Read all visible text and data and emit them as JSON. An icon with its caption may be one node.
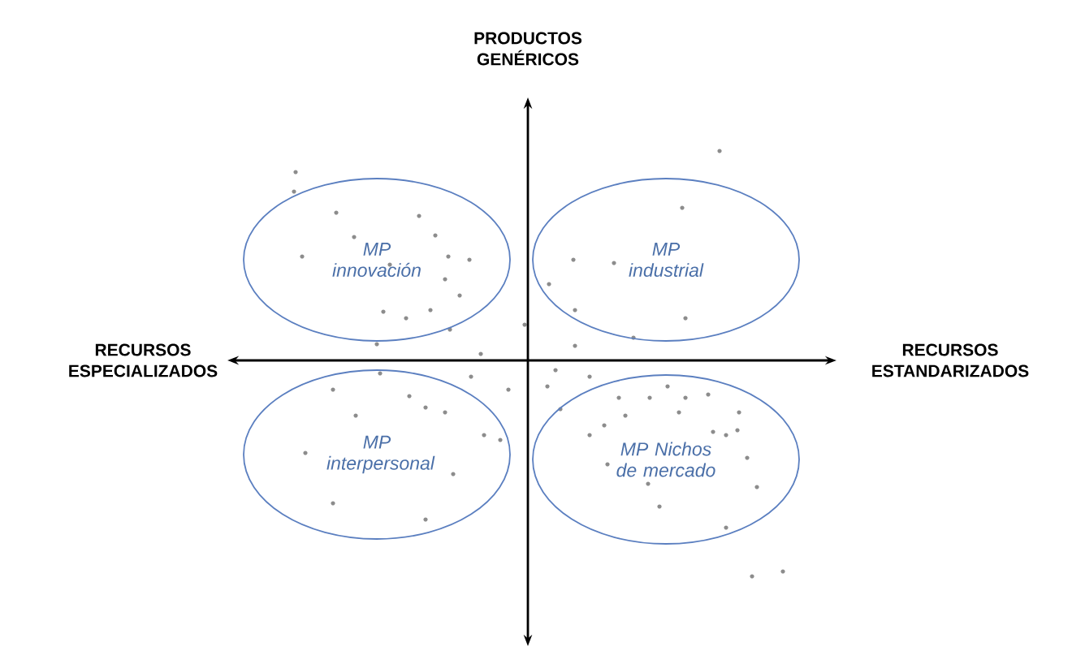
{
  "diagram": {
    "nodes": [
      {
        "text": [
          "MP innovación"
        ]
      },
      {
        "text": [
          "MP industrial"
        ]
      },
      {
        "text": [
          "MP interpersonal"
        ]
      },
      {
        "text": [
          "MP Nichos de mercado"
        ]
      }
    ],
    "labels": [
      "PRODUCTOS GENÉRICOS",
      "RECURSOS ESPECIALIZADOS",
      "RECURSOS ESTANDARIZADOS"
    ]
  }
}
